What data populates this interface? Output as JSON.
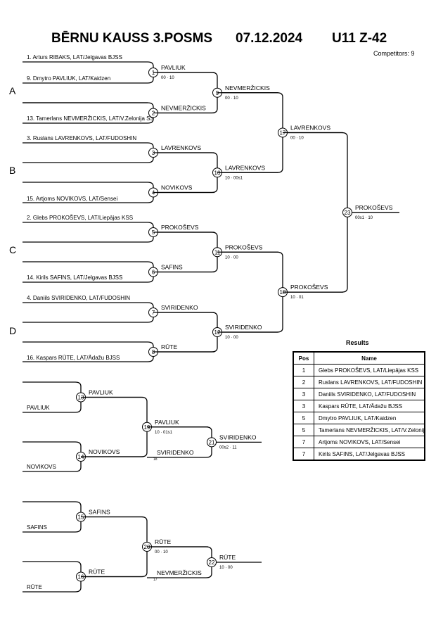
{
  "title": {
    "event": "BĒRNU KAUSS 3.POSMS",
    "date": "07.12.2024",
    "category": "U11 Z-42"
  },
  "competitors": "Competitors: 9",
  "pools": [
    "A",
    "B",
    "C",
    "D"
  ],
  "entrants": [
    "1. Arturs RIBAKS, LAT/Jelgavas BJSS",
    "9. Dmytro PAVLIUK, LAT/Kaidzen",
    "13. Tamerlans NEVMERŽICKIS, LAT/V.Zelonija SS",
    "3. Ruslans LAVRENKOVS, LAT/FUDOSHIN",
    "15. Artjoms NOVIKOVS, LAT/Sensei",
    "2. Glebs PROKOŠEVS, LAT/Liepājas KSS",
    "14. Kirils SAFINS, LAT/Jelgavas BJSS",
    "4. Daniils SVIRIDENKO, LAT/FUDOSHIN",
    "16. Kaspars RŪTE, LAT/Ādažu BJSS"
  ],
  "matches": [
    {
      "n": "1",
      "winner": "PAVLIUK",
      "score": "00 · 10"
    },
    {
      "n": "2",
      "winner": "NEVMERŽICKIS",
      "score": ""
    },
    {
      "n": "3",
      "winner": "LAVRENKOVS",
      "score": ""
    },
    {
      "n": "4",
      "winner": "NOVIKOVS",
      "score": ""
    },
    {
      "n": "5",
      "winner": "PROKOŠEVS",
      "score": ""
    },
    {
      "n": "6",
      "winner": "SAFINS",
      "score": ""
    },
    {
      "n": "7",
      "winner": "SVIRIDENKO",
      "score": ""
    },
    {
      "n": "8",
      "winner": "RŪTE",
      "score": ""
    },
    {
      "n": "9",
      "winner": "NEVMERŽICKIS",
      "score": "00 · 10"
    },
    {
      "n": "10",
      "winner": "LAVRENKOVS",
      "score": "10 · 00s1"
    },
    {
      "n": "11",
      "winner": "PROKOŠEVS",
      "score": "10 · 00"
    },
    {
      "n": "12",
      "winner": "SVIRIDENKO",
      "score": "10 · 00"
    },
    {
      "n": "17",
      "winner": "LAVRENKOVS",
      "score": "00 · 10"
    },
    {
      "n": "18",
      "winner": "PROKOŠEVS",
      "score": "10 · 01"
    },
    {
      "n": "23",
      "winner": "PROKOŠEVS",
      "score": "00s1 · 10"
    }
  ],
  "repechage": {
    "left_names": [
      "PAVLIUK",
      "NOVIKOVS",
      "SAFINS",
      "RŪTE"
    ],
    "matches": [
      {
        "n": "13",
        "winner": "PAVLIUK",
        "score": ""
      },
      {
        "n": "14",
        "winner": "NOVIKOVS",
        "score": ""
      },
      {
        "n": "15",
        "winner": "SAFINS",
        "score": ""
      },
      {
        "n": "16",
        "winner": "RŪTE",
        "score": ""
      },
      {
        "n": "19",
        "winner": "PAVLIUK",
        "score": "10 · 01s1"
      },
      {
        "n": "20",
        "winner": "RŪTE",
        "score": "00 · 10"
      },
      {
        "n": "21",
        "winner": "SVIRIDENKO",
        "score": "00s2 · 11"
      },
      {
        "n": "22",
        "winner": "RŪTE",
        "score": "10 · 00"
      }
    ],
    "bronze_opponents": [
      {
        "name": "SVIRIDENKO",
        "ref": "18"
      },
      {
        "name": "NEVMERŽICKIS",
        "ref": "17"
      }
    ]
  },
  "results": {
    "title": "Results",
    "headers": [
      "Pos",
      "Name"
    ],
    "rows": [
      {
        "pos": "1",
        "name": "Glebs PROKOŠEVS, LAT/Liepājas KSS"
      },
      {
        "pos": "2",
        "name": "Ruslans LAVRENKOVS, LAT/FUDOSHIN"
      },
      {
        "pos": "3",
        "name": "Daniils SVIRIDENKO, LAT/FUDOSHIN"
      },
      {
        "pos": "3",
        "name": "Kaspars RŪTE, LAT/Ādažu BJSS"
      },
      {
        "pos": "5",
        "name": "Dmytro PAVLIUK, LAT/Kaidzen"
      },
      {
        "pos": "5",
        "name": "Tamerlans NEVMERŽICKIS, LAT/V.Zelonija"
      },
      {
        "pos": "7",
        "name": "Artjoms NOVIKOVS, LAT/Sensei"
      },
      {
        "pos": "7",
        "name": "Kirils SAFINS, LAT/Jelgavas BJSS"
      }
    ]
  }
}
